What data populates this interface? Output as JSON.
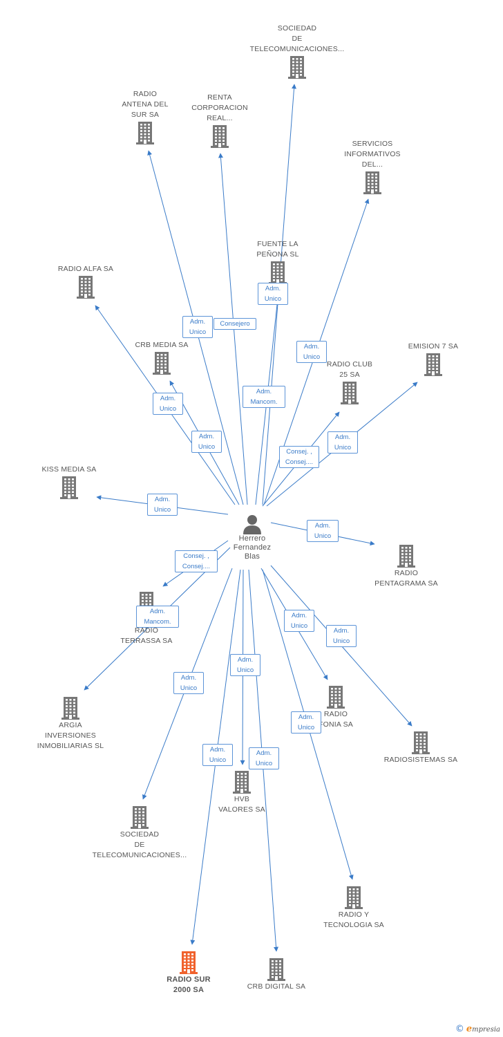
{
  "colors": {
    "edge": "#3a7bc8",
    "building": "#777777",
    "building_highlight": "#f0622d",
    "person": "#666666",
    "badge_text": "#3a7bc8"
  },
  "icons": {
    "company": "building-icon",
    "person": "person-icon",
    "copyright": "copyright-icon"
  },
  "center": {
    "name": "Herrero\nFernandez\nBlas"
  },
  "companies": [
    {
      "id": "sociedad-telecom-top",
      "name": "SOCIEDAD\nDE\nTELECOMUNICACIONES..."
    },
    {
      "id": "radio-antena-del-sur",
      "name": "RADIO\nANTENA DEL\nSUR SA"
    },
    {
      "id": "renta-corporacion",
      "name": "RENTA\nCORPORACION\nREAL..."
    },
    {
      "id": "servicios-informativos",
      "name": "SERVICIOS\nINFORMATIVOS\nDEL..."
    },
    {
      "id": "fuente-la-penona",
      "name": "FUENTE LA\nPEÑONA SL"
    },
    {
      "id": "radio-alfa",
      "name": "RADIO ALFA SA"
    },
    {
      "id": "crb-media",
      "name": "CRB MEDIA SA"
    },
    {
      "id": "emision-7",
      "name": "EMISION 7 SA"
    },
    {
      "id": "radio-club-25",
      "name": "RADIO CLUB\n25 SA"
    },
    {
      "id": "kiss-media",
      "name": "KISS MEDIA SA"
    },
    {
      "id": "radio-pentagrama",
      "name": "RADIO\nPENTAGRAMA SA"
    },
    {
      "id": "radio-terrassa",
      "name": "C...\nRADIO\nTERRASSA SA"
    },
    {
      "id": "argia-inversiones",
      "name": "ARGIA\nINVERSIONES\nINMOBILIARIAS SL"
    },
    {
      "id": "radio-fonia",
      "name": "RADIO\nFONIA SA"
    },
    {
      "id": "radiosistemas",
      "name": "RADIOSISTEMAS SA"
    },
    {
      "id": "hvb-valores",
      "name": "HVB\nVALORES SA"
    },
    {
      "id": "sociedad-telecom-bottom",
      "name": "SOCIEDAD\nDE\nTELECOMUNICACIONES..."
    },
    {
      "id": "radio-y-tecnologia",
      "name": "RADIO Y\nTECNOLOGIA SA"
    },
    {
      "id": "radio-sur-2000",
      "name": "RADIO SUR\n2000 SA",
      "highlight": true
    },
    {
      "id": "crb-digital",
      "name": "CRB DIGITAL SA"
    }
  ],
  "relations": [
    {
      "id": "rel-radio-antena",
      "label": "Adm.\nUnico"
    },
    {
      "id": "rel-renta",
      "label": "Consejero"
    },
    {
      "id": "rel-fuente",
      "label": "Adm.\nUnico"
    },
    {
      "id": "rel-servicios",
      "label": "Adm.\nUnico"
    },
    {
      "id": "rel-radio-alfa",
      "label": "Adm.\nUnico"
    },
    {
      "id": "rel-sociedad-top",
      "label": "Adm.\nMancom."
    },
    {
      "id": "rel-crb-media",
      "label": "Adm.\nUnico"
    },
    {
      "id": "rel-radio-club",
      "label": "Consej. ,\nConsej...."
    },
    {
      "id": "rel-emision",
      "label": "Adm.\nUnico"
    },
    {
      "id": "rel-kiss",
      "label": "Adm.\nUnico"
    },
    {
      "id": "rel-pentagrama",
      "label": "Adm.\nUnico"
    },
    {
      "id": "rel-argia",
      "label": "Consej. ,\nConsej...."
    },
    {
      "id": "rel-terrassa",
      "label": "Adm.\nMancom."
    },
    {
      "id": "rel-radiofonia",
      "label": "Adm.\nUnico"
    },
    {
      "id": "rel-radiosistemas",
      "label": "Adm.\nUnico"
    },
    {
      "id": "rel-sociedad-bottom",
      "label": "Adm.\nUnico"
    },
    {
      "id": "rel-hvb",
      "label": "Adm.\nUnico"
    },
    {
      "id": "rel-radio-sur",
      "label": "Adm.\nUnico"
    },
    {
      "id": "rel-crb-digital",
      "label": "Adm.\nUnico"
    },
    {
      "id": "rel-radio-tecnologia",
      "label": "Adm.\nUnico"
    }
  ],
  "footer": {
    "copyright": "©",
    "brand_initial": "e",
    "brand_rest": "mpresia"
  }
}
